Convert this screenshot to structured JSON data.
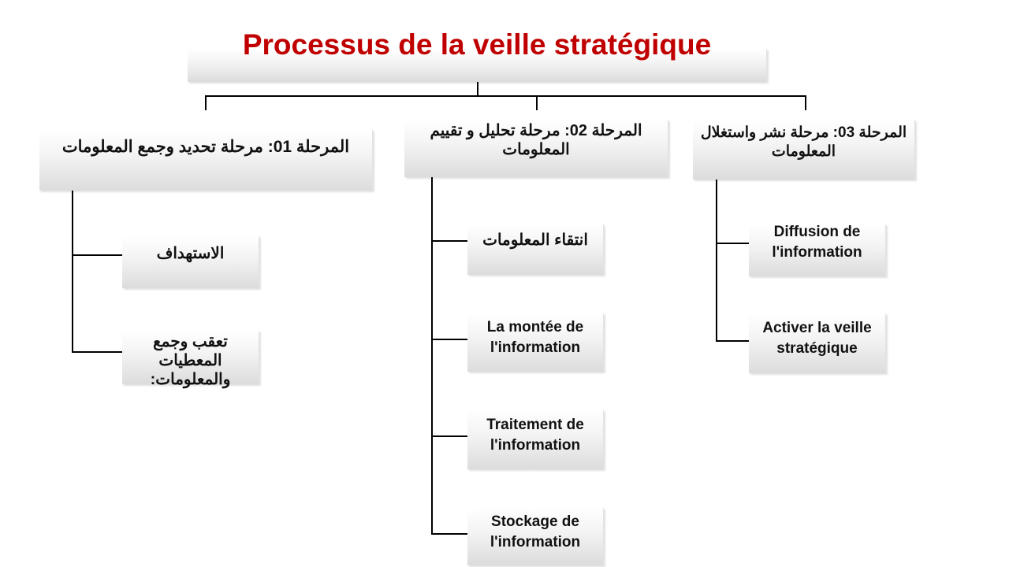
{
  "title": "Processus de la veille stratégique",
  "colors": {
    "title": "#c00000",
    "text": "#111111"
  },
  "phases": [
    {
      "heading": "المرحلة 01: مرحلة تحديد وجمع المعلومات",
      "steps": [
        "الاستهداف",
        "تعقب وجمع المعطيات والمعلومات:"
      ]
    },
    {
      "heading": "المرحلة 02: مرحلة تحليل و تقييم المعلومات",
      "steps": [
        "انتقاء المعلومات",
        "La montée de l'information",
        "Traitement de l'information",
        "Stockage de l'information"
      ]
    },
    {
      "heading": "المرحلة 03: مرحلة نشر واستغلال المعلومات",
      "steps": [
        "Diffusion de l'information",
        "Activer la veille stratégique"
      ]
    }
  ]
}
